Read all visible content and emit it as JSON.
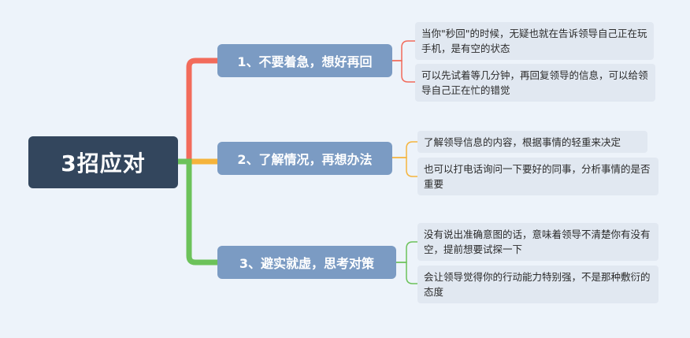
{
  "root": {
    "label": "3招应对"
  },
  "branches": [
    {
      "label": "1、不要着急，想好再回",
      "color": "#f26b5b",
      "leaves": [
        "当你\"秒回\"的时候，无疑也就在告诉领导自己正在玩手机，是有空的状态",
        "可以先试着等几分钟，再回复领导的信息，可以给领导自己正在忙的错觉"
      ]
    },
    {
      "label": "2、了解情况，再想办法",
      "color": "#f5b43c",
      "leaves": [
        "了解领导信息的内容，根据事情的轻重来决定",
        "也可以打电话询问一下要好的同事，分析事情的是否重要"
      ]
    },
    {
      "label": "3、避实就虚，思考对策",
      "color": "#6cc25a",
      "leaves": [
        "没有说出准确意图的话，意味着领导不清楚你有没有空，提前想要试探一下",
        "会让领导觉得你的行动能力特别强，不是那种敷衍的态度"
      ]
    }
  ]
}
